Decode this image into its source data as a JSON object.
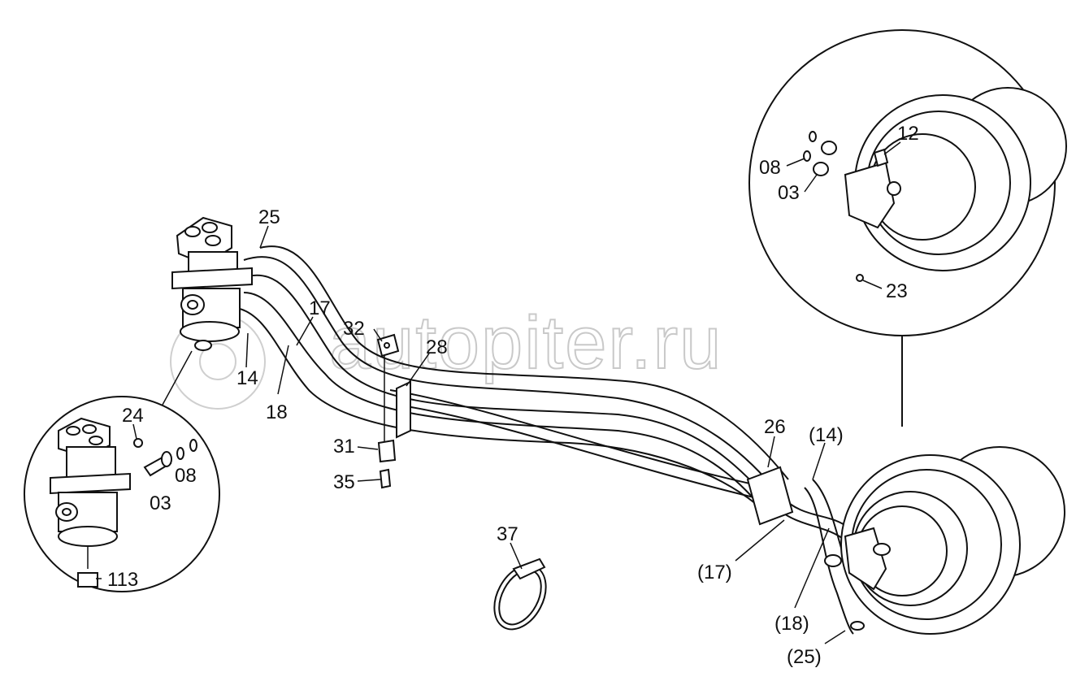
{
  "watermark": "autopiter.ru",
  "labels": {
    "l25": "25",
    "l17": "17",
    "l32": "32",
    "l28": "28",
    "l14": "14",
    "l18": "18",
    "l31": "31",
    "l35": "35",
    "l24": "24",
    "l08a": "08",
    "l03a": "03",
    "l113": "113",
    "l37": "37",
    "l26": "26",
    "l14p": "(14)",
    "l17p": "(17)",
    "l18p": "(18)",
    "l25p": "(25)",
    "l12": "12",
    "l08b": "08",
    "l03b": "03",
    "l23": "23"
  }
}
